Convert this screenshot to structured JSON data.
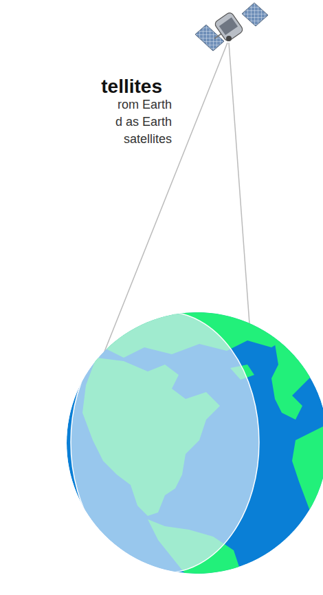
{
  "diagram": {
    "title": "tellites",
    "labels": [
      "rom Earth",
      "d as Earth",
      "satellites"
    ]
  }
}
